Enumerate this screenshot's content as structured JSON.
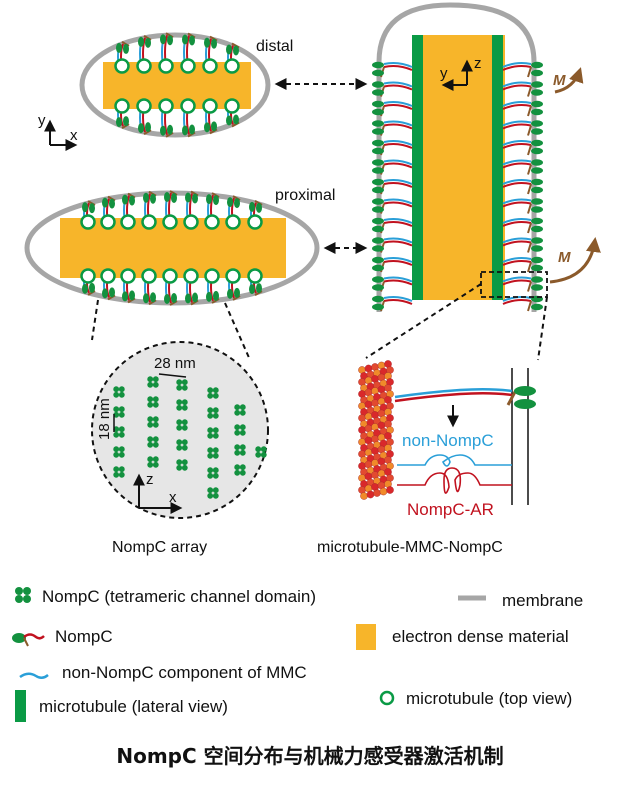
{
  "colors": {
    "membrane": "#a6a6a6",
    "electron_dense": "#f7b52a",
    "microtubule": "#0a9a45",
    "nompc_green": "#13913f",
    "nompc_red": "#c1121f",
    "non_nompc_blue": "#2a9fd8",
    "ankyrin_brown": "#8b5a2b",
    "force_arrow": "#8b5a2b",
    "array_bg": "#e6e6e6"
  },
  "cross_sections": {
    "distal_label": "distal",
    "proximal_label": "proximal",
    "axis_y": "y",
    "axis_x": "x"
  },
  "lateral_view": {
    "axis_y": "y",
    "axis_z": "z",
    "force_label_top": "M",
    "force_label_bottom": "M"
  },
  "array_panel": {
    "spacing_horizontal": "28 nm",
    "spacing_vertical": "18 nm",
    "axis_z": "z",
    "axis_x": "x",
    "caption": "NompC array"
  },
  "mmc_panel": {
    "state_top_label": "non-NompC",
    "state_bottom_label": "NompC-AR",
    "caption": "microtubule-MMC-NompC"
  },
  "legend": {
    "items": [
      {
        "icon": "tetramer-icon",
        "label": "NompC (tetrameric channel domain)"
      },
      {
        "icon": "membrane-line-icon",
        "label": "membrane"
      },
      {
        "icon": "nompc-icon",
        "label": "NompC"
      },
      {
        "icon": "electron-dense-square-icon",
        "label": "electron dense material"
      },
      {
        "icon": "non-nompc-wave-icon",
        "label": "non-NompC component of MMC"
      },
      {
        "icon": "microtubule-bar-icon",
        "label": "microtubule (lateral view)"
      },
      {
        "icon": "microtubule-circle-icon",
        "label": "microtubule (top view)"
      }
    ]
  },
  "title": "NompC 空间分布与机械力感受器激活机制"
}
